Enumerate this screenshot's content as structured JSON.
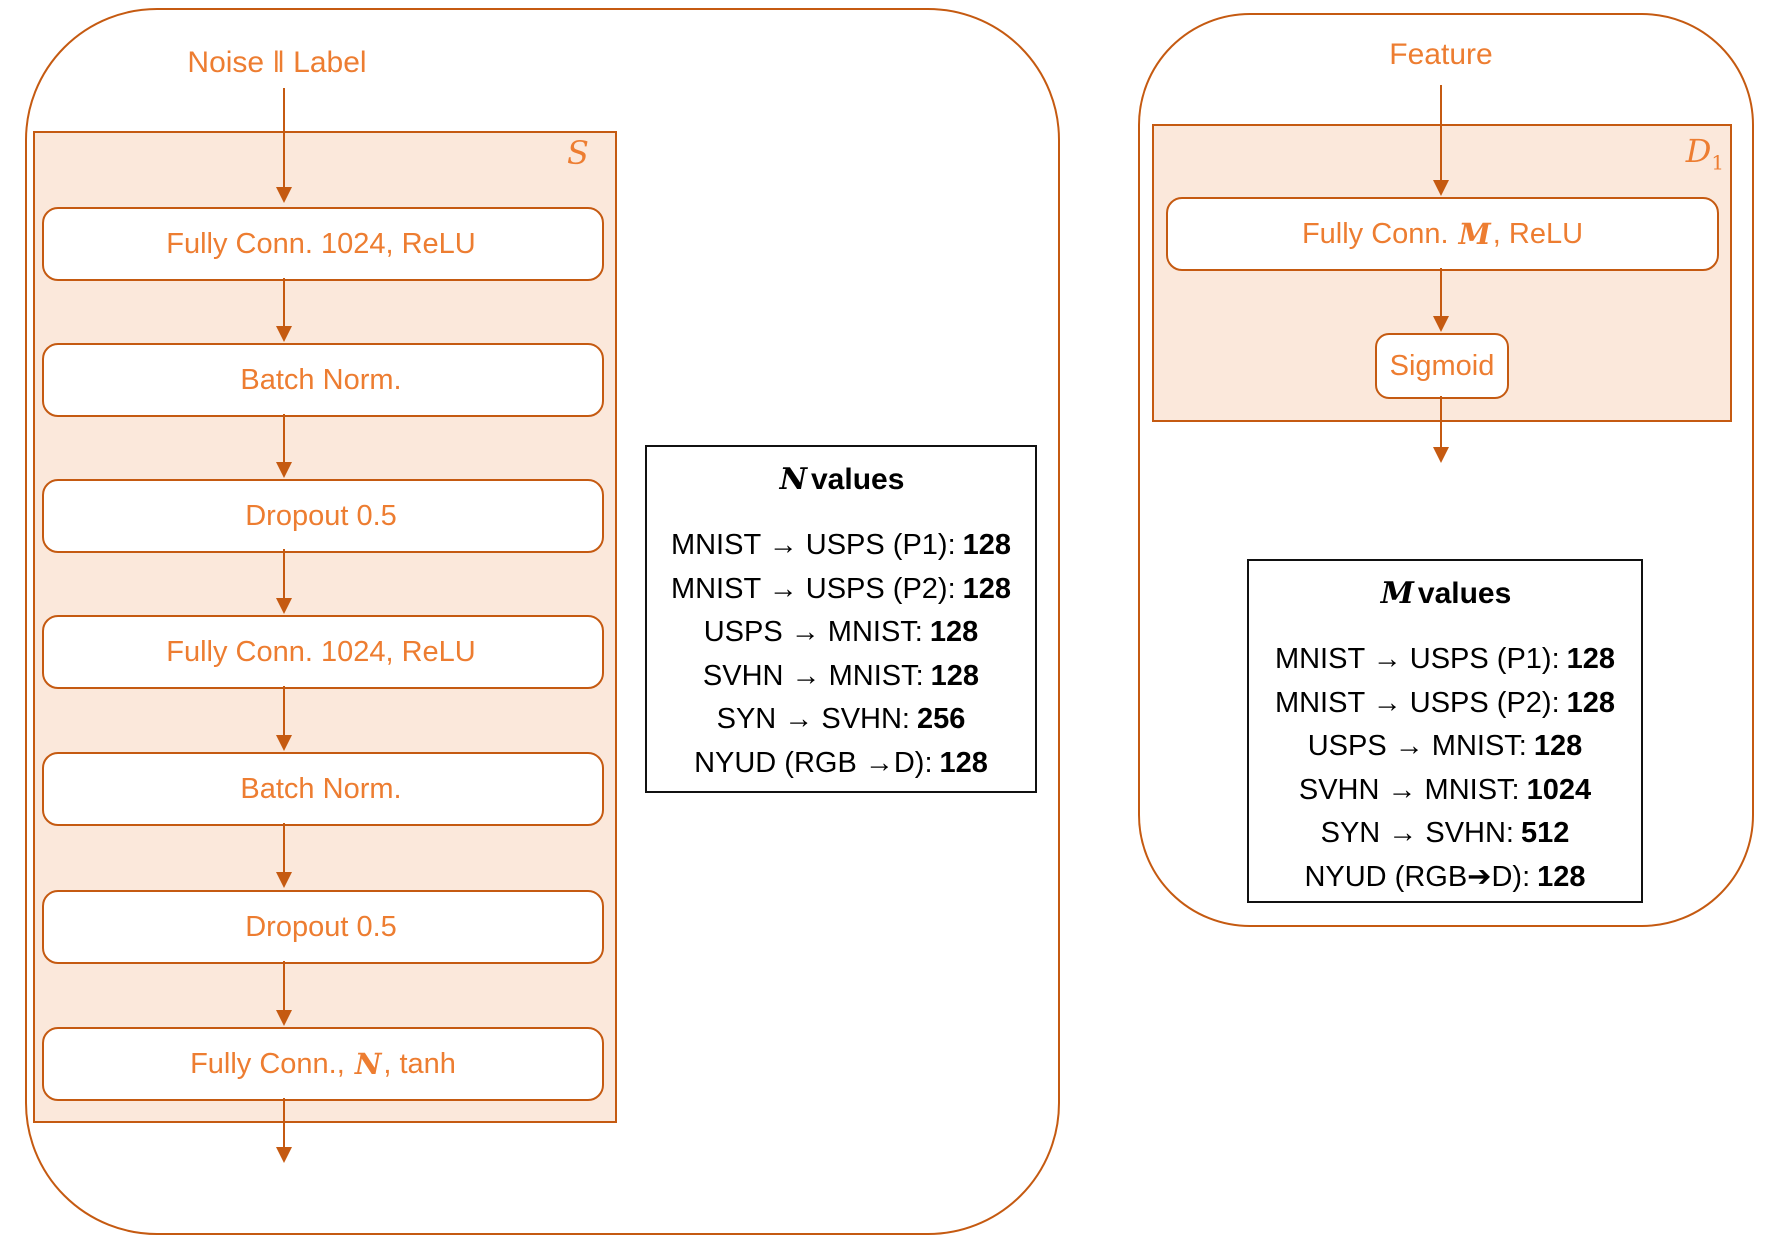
{
  "colors": {
    "accent_border": "#C55A11",
    "accent_text": "#ED7D31",
    "block_fill": "#FBE8DB",
    "table_border": "#111111",
    "table_text": "#000000"
  },
  "generator": {
    "input_label": "Noise ‖ Label",
    "block_label": "S",
    "layers": [
      {
        "prefix": "Fully Conn. 1024, ReLU",
        "var": "",
        "suffix": ""
      },
      {
        "prefix": "Batch Norm.",
        "var": "",
        "suffix": ""
      },
      {
        "prefix": "Dropout 0.5",
        "var": "",
        "suffix": ""
      },
      {
        "prefix": "Fully Conn. 1024, ReLU",
        "var": "",
        "suffix": ""
      },
      {
        "prefix": "Batch Norm.",
        "var": "",
        "suffix": ""
      },
      {
        "prefix": "Dropout 0.5",
        "var": "",
        "suffix": ""
      },
      {
        "prefix": "Fully Conn., ",
        "var": "N",
        "suffix": ", tanh"
      }
    ]
  },
  "discriminator": {
    "input_label": "Feature",
    "block_label_base": "D",
    "block_label_sub": "1",
    "fc_layer": {
      "prefix": "Fully Conn. ",
      "var": "M",
      "suffix": ", ReLU"
    },
    "sigmoid_label": "Sigmoid"
  },
  "n_values": {
    "title_var": "N",
    "title_rest": "values",
    "rows": [
      {
        "label": "MNIST → USPS (P1):",
        "value": "128"
      },
      {
        "label": "MNIST → USPS (P2):",
        "value": "128"
      },
      {
        "label": "USPS → MNIST:",
        "value": "128"
      },
      {
        "label": "SVHN → MNIST:",
        "value": "128"
      },
      {
        "label": "SYN → SVHN:",
        "value": "256"
      },
      {
        "label": "NYUD (RGB →D):",
        "value": "128"
      }
    ]
  },
  "m_values": {
    "title_var": "M",
    "title_rest": "values",
    "rows": [
      {
        "label": "MNIST → USPS (P1):",
        "value": "128"
      },
      {
        "label": "MNIST → USPS (P2):",
        "value": "128"
      },
      {
        "label": "USPS → MNIST:",
        "value": "128"
      },
      {
        "label": "SVHN → MNIST:",
        "value": "1024"
      },
      {
        "label": "SYN → SVHN:",
        "value": "512"
      },
      {
        "label": "NYUD (RGB➔D):",
        "value": "128"
      }
    ]
  }
}
